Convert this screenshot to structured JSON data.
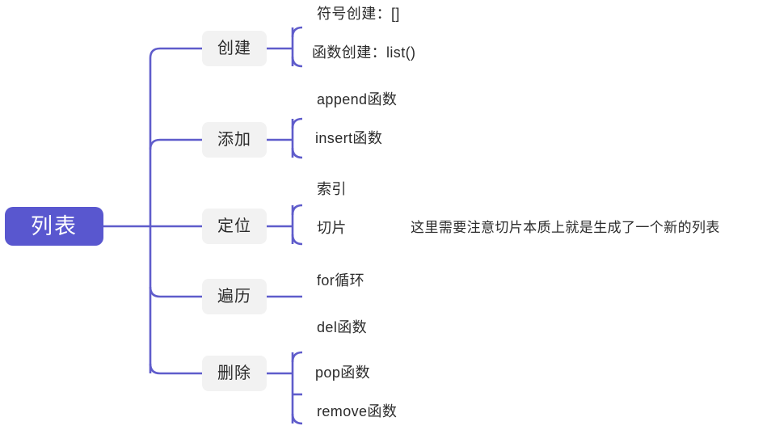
{
  "diagram": {
    "type": "mind-map",
    "title": "列表",
    "accent_color": "#5957cf",
    "root_text_color": "#ffffff",
    "branch_bg_color": "#f2f2f2",
    "branch_text_color": "#2b2b2b",
    "background_color": "#ffffff"
  },
  "root": {
    "label": "列表"
  },
  "branches": [
    {
      "label": "创建",
      "leaves": [
        {
          "label": "符号创建：[]"
        },
        {
          "label": "函数创建：list()"
        }
      ]
    },
    {
      "label": "添加",
      "leaves": [
        {
          "label": "append函数"
        },
        {
          "label": "insert函数"
        }
      ]
    },
    {
      "label": "定位",
      "leaves": [
        {
          "label": "索引"
        },
        {
          "label": "切片",
          "note": "这里需要注意切片本质上就是生成了一个新的列表"
        }
      ]
    },
    {
      "label": "遍历",
      "leaves": [
        {
          "label": "for循环"
        }
      ]
    },
    {
      "label": "删除",
      "leaves": [
        {
          "label": "del函数"
        },
        {
          "label": "pop函数"
        },
        {
          "label": "remove函数"
        }
      ]
    }
  ]
}
